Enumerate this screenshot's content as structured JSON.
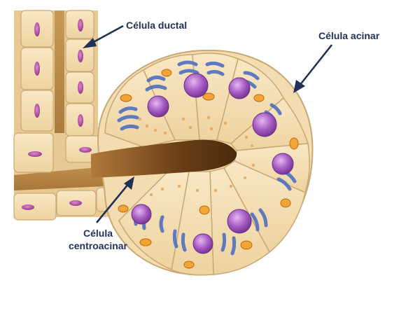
{
  "diagram": {
    "labels": {
      "ductal": "Célula ductal",
      "acinar": "Célula acinar",
      "centroacinar_line1": "Célula",
      "centroacinar_line2": "centroacinar"
    },
    "colors": {
      "label_text": "#1f3156",
      "cell_cytoplasm": "#f3ddb0",
      "cell_outline": "#c9a872",
      "lumen": "#7a4a1c",
      "duct_nucleus": "#b0479b",
      "acinar_nucleus": "#9b4fb3",
      "rough_er": "#4f6fc0",
      "mitochondria": "#f2a436",
      "zymogen_granules": "#e6a55c"
    }
  }
}
